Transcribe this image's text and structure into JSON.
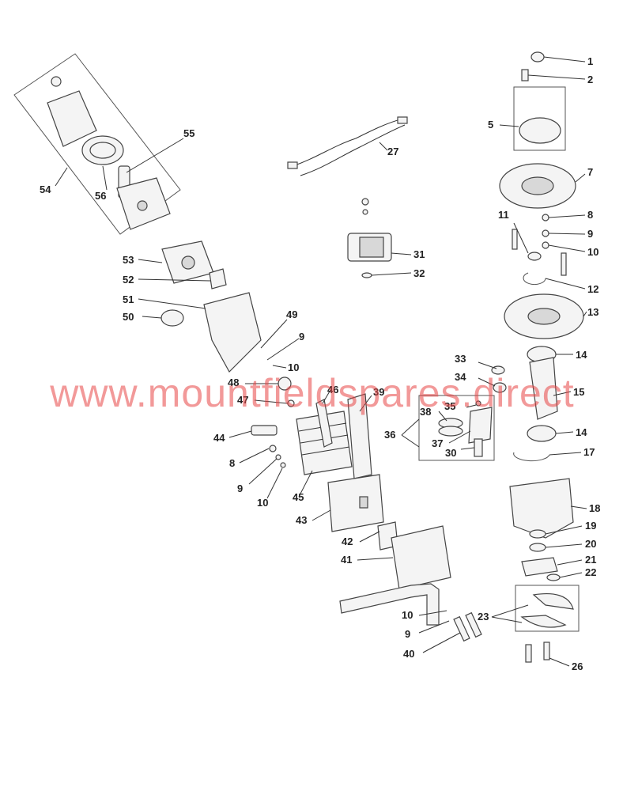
{
  "watermark": "www.mountfieldspares.direct",
  "labels": {
    "p1": "1",
    "p2": "2",
    "p5": "5",
    "p7": "7",
    "p8a": "8",
    "p9a": "9",
    "p10a": "10",
    "p11": "11",
    "p12": "12",
    "p13": "13",
    "p14a": "14",
    "p15": "15",
    "p14b": "14",
    "p17": "17",
    "p18": "18",
    "p19": "19",
    "p20": "20",
    "p21": "21",
    "p22": "22",
    "p23": "23",
    "p26": "26",
    "p27": "27",
    "p31": "31",
    "p32": "32",
    "p33": "33",
    "p34": "34",
    "p35": "35",
    "p36": "36",
    "p37": "37",
    "p38": "38",
    "p30": "30",
    "p39": "39",
    "p40": "40",
    "p41": "41",
    "p42": "42",
    "p43": "43",
    "p44": "44",
    "p45": "45",
    "p46": "46",
    "p47": "47",
    "p48": "48",
    "p49": "49",
    "p9b": "9",
    "p10b": "10",
    "p8b": "8",
    "p9c": "9",
    "p10c": "10",
    "p50": "50",
    "p51": "51",
    "p52": "52",
    "p53": "53",
    "p54": "54",
    "p55": "55",
    "p56": "56",
    "p10d": "10",
    "p9d": "9"
  }
}
